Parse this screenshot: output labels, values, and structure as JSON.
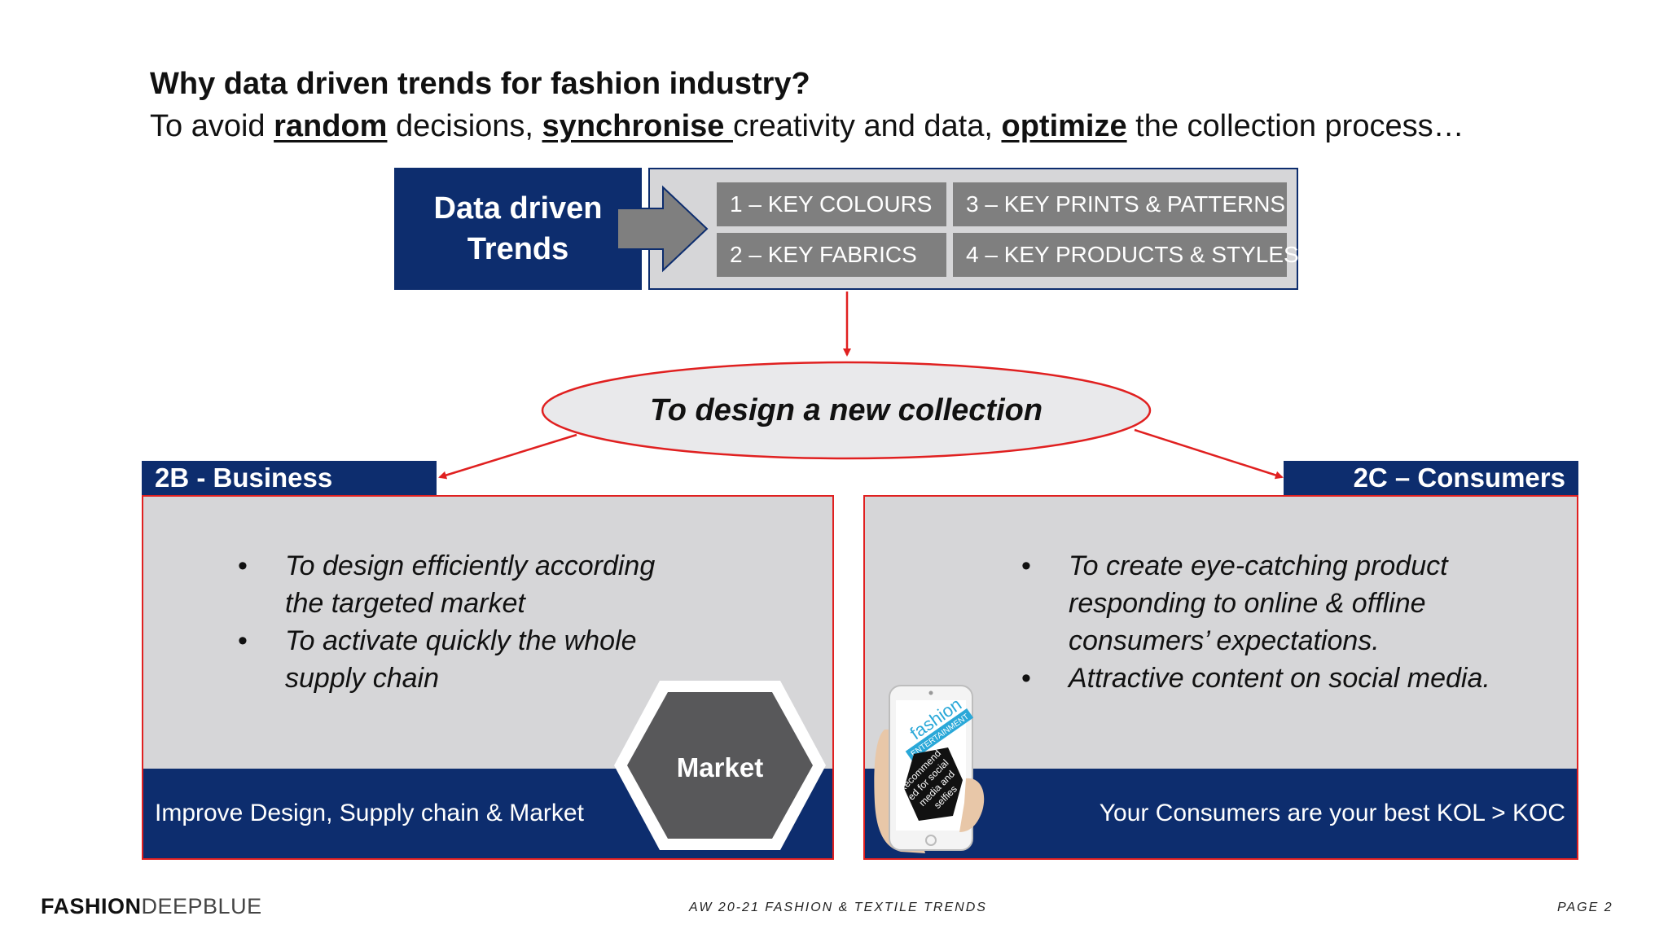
{
  "heading": {
    "title": "Why data driven trends for fashion industry?",
    "sub_prefix": "To avoid ",
    "sub_kw1": "random",
    "sub_mid1": " decisions, ",
    "sub_kw2": "synchronise ",
    "sub_mid2": "creativity and data, ",
    "sub_kw3": "optimize",
    "sub_suffix": " the collection process…"
  },
  "trends": {
    "line1": "Data driven",
    "line2": "Trends",
    "items": [
      "1 – KEY COLOURS",
      "3 – KEY PRINTS & PATTERNS",
      "2 – KEY FABRICS",
      "4 – KEY PRODUCTS & STYLES"
    ]
  },
  "center": {
    "label": "To design a new collection"
  },
  "business": {
    "header": "2B - Business",
    "bullets": [
      [
        "To design efficiently according",
        "the targeted market"
      ],
      [
        "To activate quickly the whole",
        "supply chain"
      ]
    ],
    "band": "Improve Design, Supply chain & Market",
    "hex": "Market"
  },
  "consumers": {
    "header": "2C – Consumers",
    "bullets": [
      [
        "To create eye-catching product",
        "responding to online & offline",
        "consumers’ expectations."
      ],
      [
        "Attractive content on social media."
      ]
    ],
    "band": "Your Consumers are your best KOL > KOC",
    "phone": {
      "brand1": "fashion",
      "brand2": "ENTERTAINMENT",
      "rec_lines": [
        "Recommend",
        "ed for social",
        "media and",
        "selfies"
      ]
    }
  },
  "footer": {
    "logo_bold": "FASHION",
    "logo_light": "DEEPBLUE",
    "center": "AW 20-21 FASHION & TEXTILE TRENDS",
    "page": "PAGE 2"
  },
  "colors": {
    "navy": "#0d2d6e",
    "grey_panel": "#d6d6d8",
    "tag_grey": "#7f7f7f",
    "arrow_red": "#e02020",
    "hex_dark": "#58585a"
  }
}
